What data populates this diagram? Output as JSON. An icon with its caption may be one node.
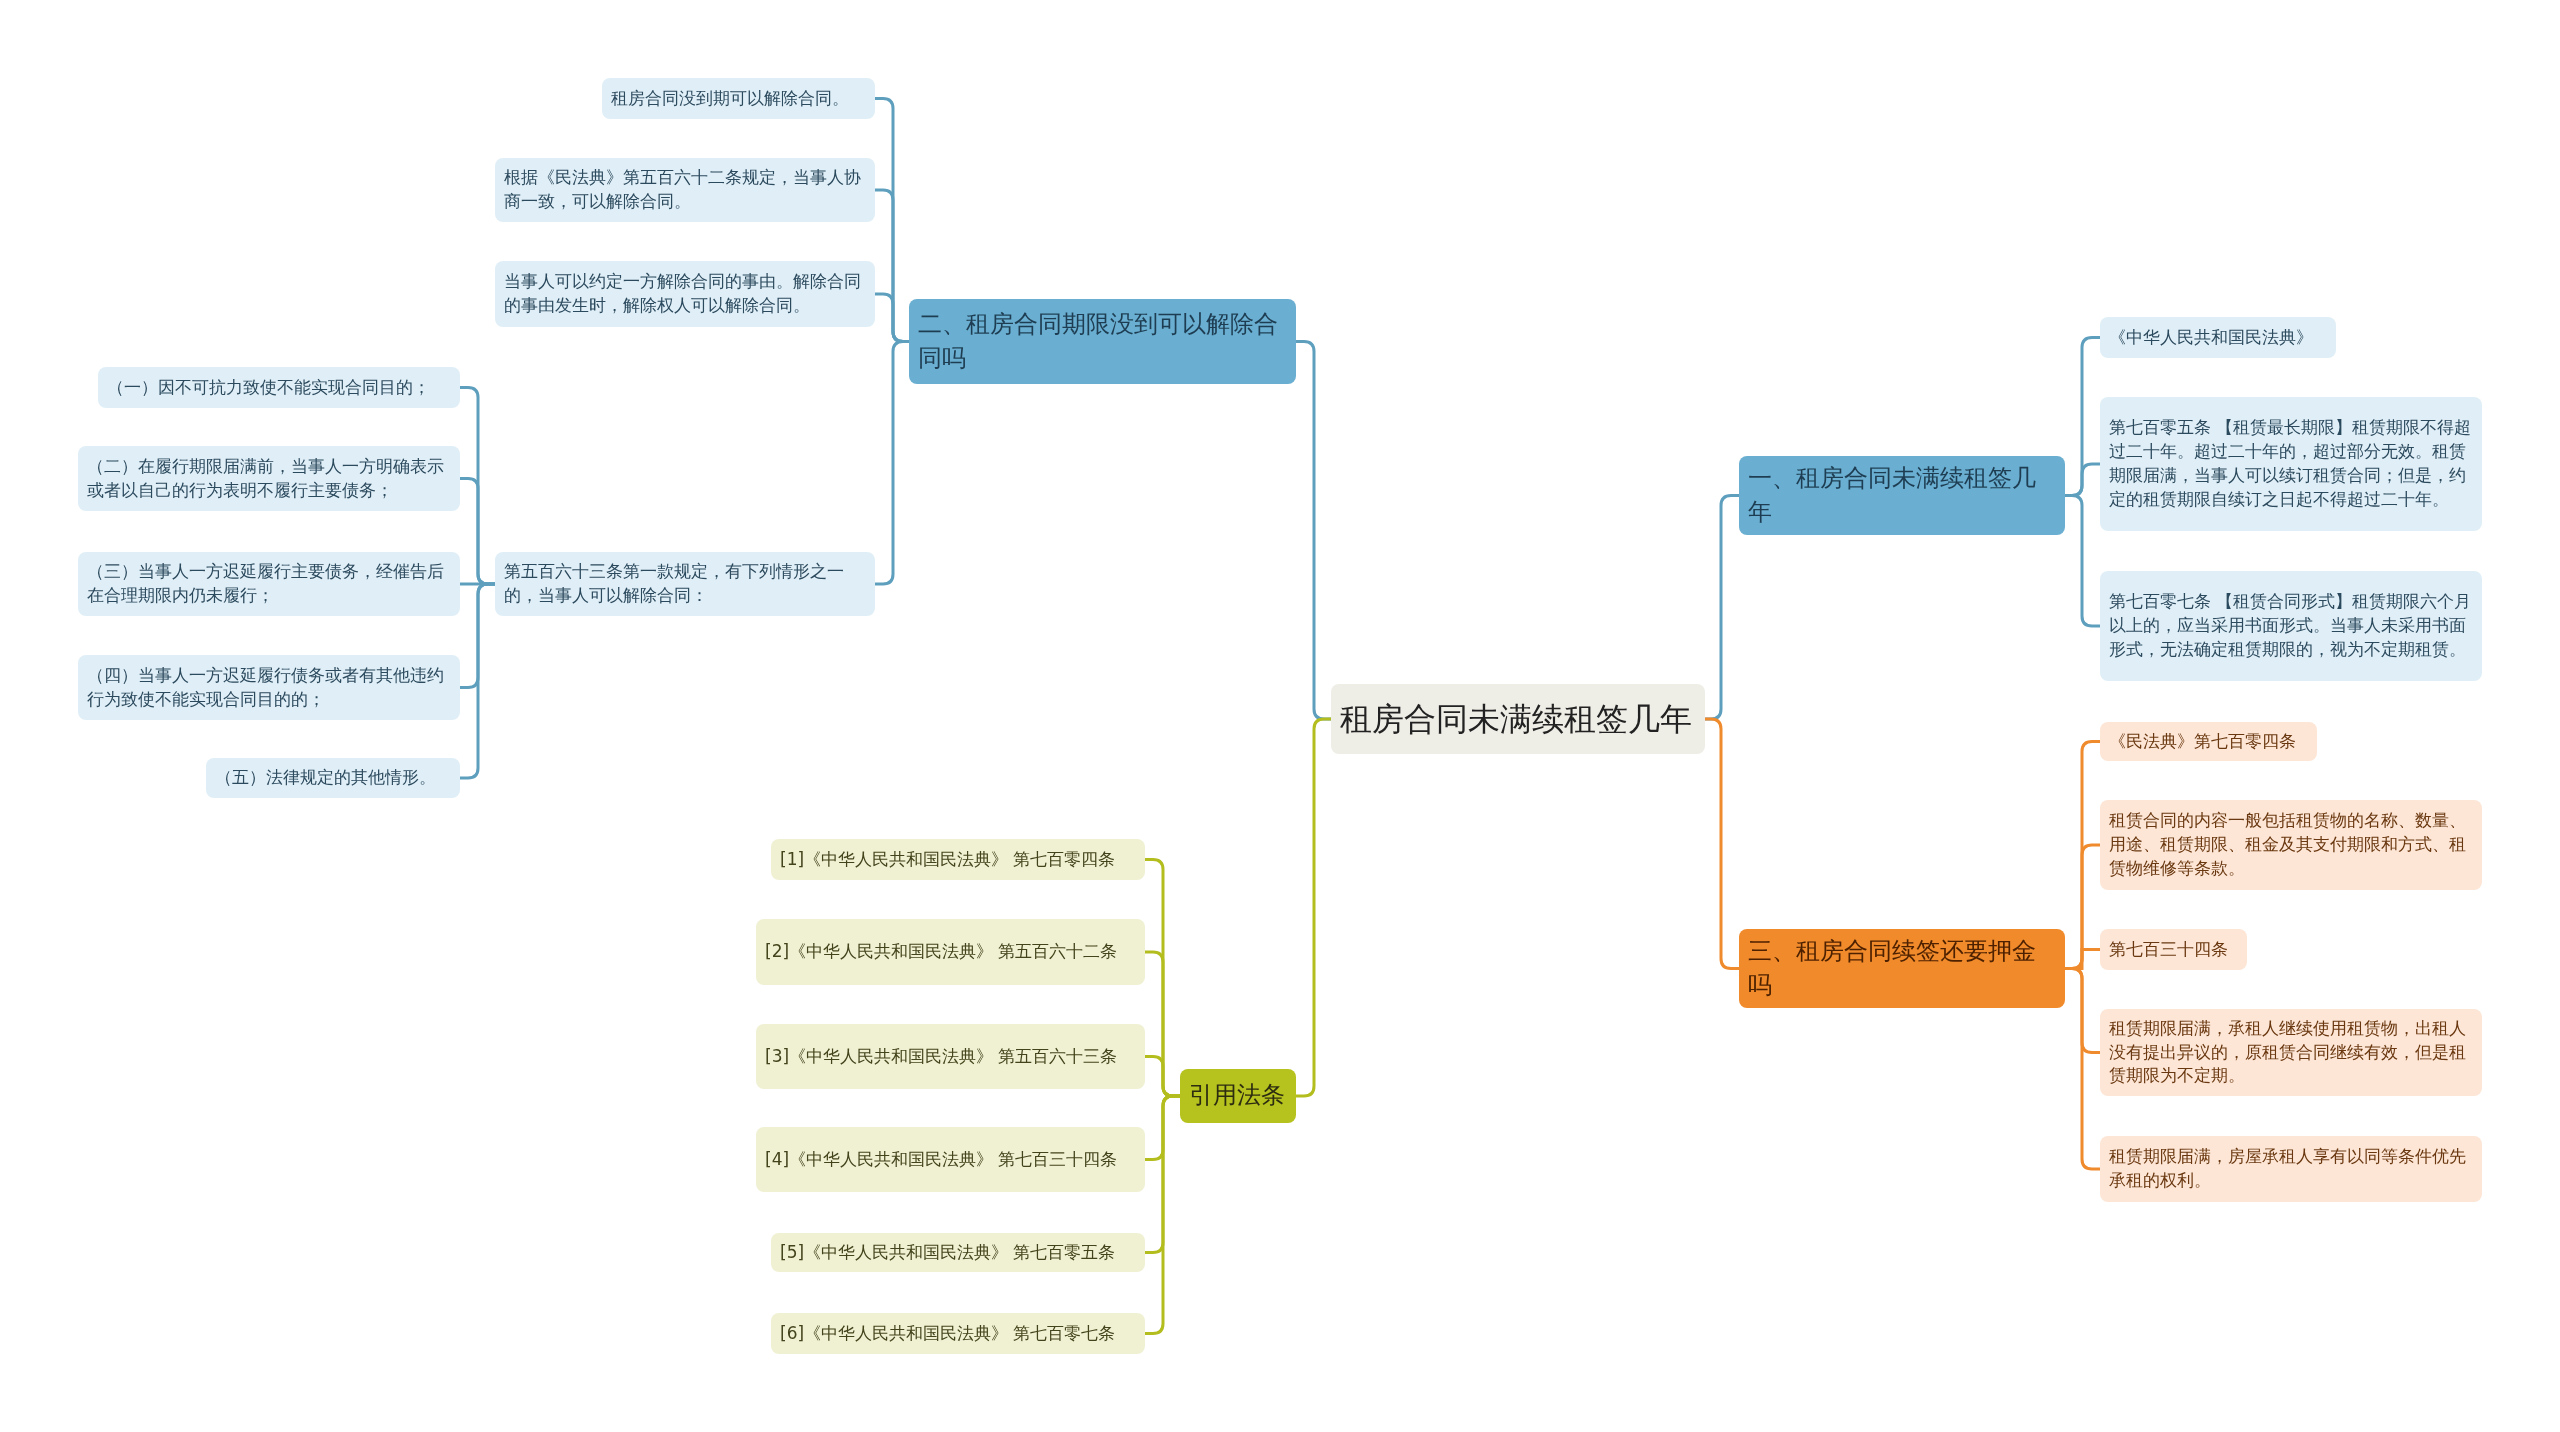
{
  "diagram": {
    "nodes": [
      {
        "text": [
          "租房合同未满续租签几年"
        ]
      },
      {
        "text": [
          "二、租房合同期限没到可以解除合同吗"
        ]
      },
      {
        "text": [
          "租房合同没到期可以解除合同。"
        ]
      },
      {
        "text": [
          "根据《民法典》第五百六十二条规定，当事人协商一致，可以解除合同。"
        ]
      },
      {
        "text": [
          "当事人可以约定一方解除合同的事由。解除合同的事由发生时，解除权人可以解除合同。"
        ]
      },
      {
        "text": [
          "第五百六十三条第一款规定，有下列情形之一的，当事人可以解除合同："
        ]
      },
      {
        "text": [
          "（一）因不可抗力致使不能实现合同目的；"
        ]
      },
      {
        "text": [
          "（二）在履行期限届满前，当事人一方明确表示或者以自己的行为表明不履行主要债务；"
        ]
      },
      {
        "text": [
          "（三）当事人一方迟延履行主要债务，经催告后在合理期限内仍未履行；"
        ]
      },
      {
        "text": [
          "（四）当事人一方迟延履行债务或者有其他违约行为致使不能实现合同目的的；"
        ]
      },
      {
        "text": [
          "（五）法律规定的其他情形。"
        ]
      },
      {
        "text": [
          "一、租房合同未满续租签几年"
        ]
      },
      {
        "text": [
          "《中华人民共和国民法典》"
        ]
      },
      {
        "text": [
          "第七百零五条 【租赁最长期限】租赁期限不得超过二十年。超过二十年的，超过部分无效。租赁期限届满，当事人可以续订租赁合同；但是，约定的租赁期限自续订之日起不得超过二十年。"
        ]
      },
      {
        "text": [
          "第七百零七条 【租赁合同形式】租赁期限六个月以上的，应当采用书面形式。当事人未采用书面形式，无法确定租赁期限的，视为不定期租赁。"
        ]
      },
      {
        "text": [
          "三、租房合同续签还要押金吗"
        ]
      },
      {
        "text": [
          "《民法典》第七百零四条"
        ]
      },
      {
        "text": [
          "租赁合同的内容一般包括租赁物的名称、数量、用途、租赁期限、租金及其支付期限和方式、租赁物维修等条款。"
        ]
      },
      {
        "text": [
          "第七百三十四条"
        ]
      },
      {
        "text": [
          "租赁期限届满，承租人继续使用租赁物，出租人没有提出异议的，原租赁合同继续有效，但是租赁期限为不定期。"
        ]
      },
      {
        "text": [
          "租赁期限届满，房屋承租人享有以同等条件优先承租的权利。"
        ]
      },
      {
        "text": [
          "引用法条"
        ]
      },
      {
        "text": [
          "[1]《中华人民共和国民法典》 第七百零四条"
        ]
      },
      {
        "text": [
          "[2]《中华人民共和国民法典》 第五百六十二条"
        ]
      },
      {
        "text": [
          "[3]《中华人民共和国民法典》 第五百六十三条"
        ]
      },
      {
        "text": [
          "[4]《中华人民共和国民法典》 第七百三十四条"
        ]
      },
      {
        "text": [
          "[5]《中华人民共和国民法典》 第七百零五条"
        ]
      },
      {
        "text": [
          "[6]《中华人民共和国民法典》 第七百零七条"
        ]
      }
    ],
    "edges": [
      {
        "from": 0,
        "to": 1,
        "arrow": "none"
      },
      {
        "from": 1,
        "to": 2,
        "arrow": "none"
      },
      {
        "from": 1,
        "to": 3,
        "arrow": "none"
      },
      {
        "from": 1,
        "to": 4,
        "arrow": "none"
      },
      {
        "from": 1,
        "to": 5,
        "arrow": "none"
      },
      {
        "from": 5,
        "to": 6,
        "arrow": "none"
      },
      {
        "from": 5,
        "to": 7,
        "arrow": "none"
      },
      {
        "from": 5,
        "to": 8,
        "arrow": "none"
      },
      {
        "from": 5,
        "to": 9,
        "arrow": "none"
      },
      {
        "from": 5,
        "to": 10,
        "arrow": "none"
      },
      {
        "from": 0,
        "to": 11,
        "arrow": "none"
      },
      {
        "from": 11,
        "to": 12,
        "arrow": "none"
      },
      {
        "from": 11,
        "to": 13,
        "arrow": "none"
      },
      {
        "from": 11,
        "to": 14,
        "arrow": "none"
      },
      {
        "from": 0,
        "to": 15,
        "arrow": "none",
        "color": "#ef8a2d"
      },
      {
        "from": 15,
        "to": 16,
        "arrow": "none",
        "color": "#ef8a2d"
      },
      {
        "from": 15,
        "to": 17,
        "arrow": "none",
        "color": "#ef8a2d"
      },
      {
        "from": 15,
        "to": 18,
        "arrow": "none",
        "color": "#ef8a2d"
      },
      {
        "from": 15,
        "to": 19,
        "arrow": "none",
        "color": "#ef8a2d"
      },
      {
        "from": 15,
        "to": 20,
        "arrow": "none",
        "color": "#ef8a2d"
      },
      {
        "from": 0,
        "to": 21,
        "arrow": "none",
        "color": "#b3be1e"
      },
      {
        "from": 21,
        "to": 22,
        "arrow": "none",
        "color": "#b3be1e"
      },
      {
        "from": 21,
        "to": 23,
        "arrow": "none",
        "color": "#b3be1e"
      },
      {
        "from": 21,
        "to": 24,
        "arrow": "none",
        "color": "#b3be1e"
      },
      {
        "from": 21,
        "to": 25,
        "arrow": "none",
        "color": "#b3be1e"
      },
      {
        "from": 21,
        "to": 26,
        "arrow": "none",
        "color": "#b3be1e"
      },
      {
        "from": 21,
        "to": 27,
        "arrow": "none",
        "color": "#b3be1e"
      }
    ]
  }
}
